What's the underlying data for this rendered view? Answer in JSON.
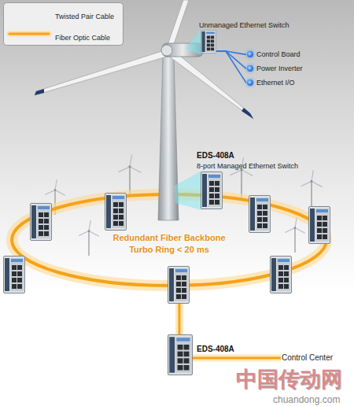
{
  "diagram": {
    "nodes": [
      {
        "text": [
          "Unmanaged Ethernet Switch"
        ]
      },
      {
        "text": [
          "Control Board"
        ]
      },
      {
        "text": [
          "Power Inverter"
        ]
      },
      {
        "text": [
          "Ethernet I/O"
        ]
      },
      {
        "text": [
          "EDS-408A",
          "8-port Managed Ethernet Switch"
        ]
      },
      {
        "text": [
          "EDS-408A"
        ]
      },
      {
        "text": [
          "Control Center"
        ]
      }
    ],
    "edges": [
      {
        "from": 0,
        "to": 1,
        "arrow": "none"
      },
      {
        "from": 0,
        "to": 2,
        "arrow": "none"
      },
      {
        "from": 0,
        "to": 3,
        "arrow": "none"
      },
      {
        "from": 5,
        "to": 6,
        "arrow": "none"
      }
    ],
    "labels": [
      "Redundant Fiber Backbone",
      "Turbo Ring < 20 ms",
      "中国传动网",
      "chuandong.com"
    ],
    "legend": [
      {
        "text": "Twisted Pair Cable"
      },
      {
        "text": "Fiber Optic Cable"
      }
    ]
  }
}
